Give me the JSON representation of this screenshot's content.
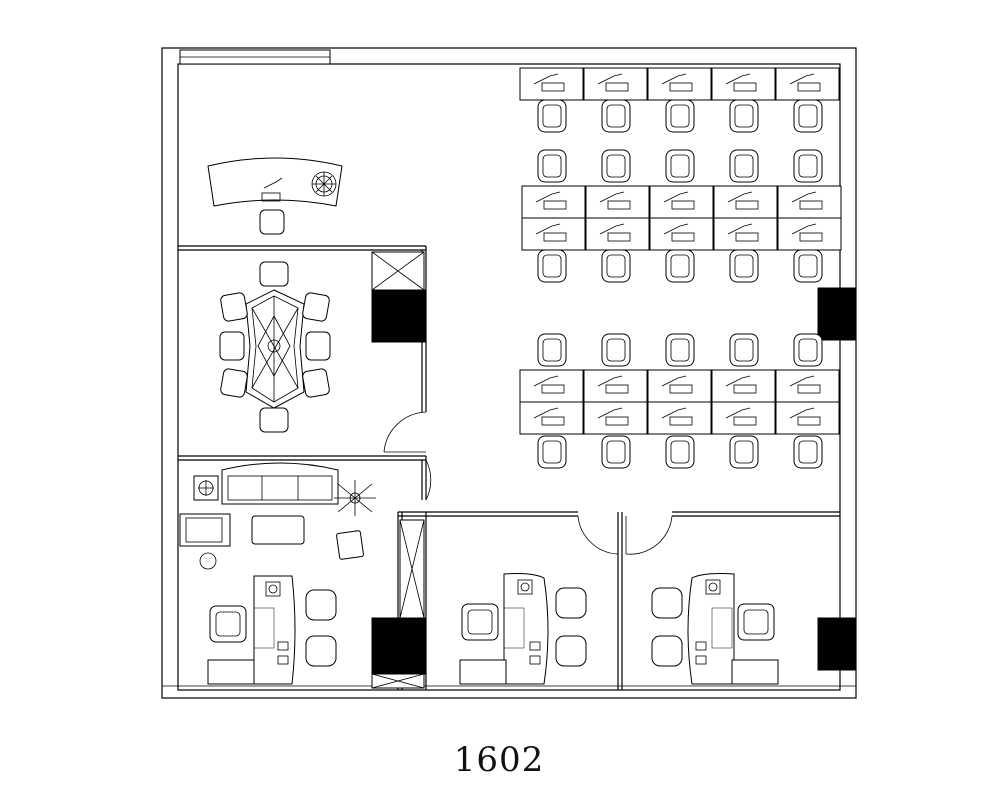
{
  "plan": {
    "unit_label": "1602",
    "rooms": [
      {
        "id": "reception"
      },
      {
        "id": "meeting-room"
      },
      {
        "id": "lounge-office"
      },
      {
        "id": "manager-office-1"
      },
      {
        "id": "manager-office-2"
      },
      {
        "id": "open-workspace"
      }
    ]
  },
  "colors": {
    "line": "#000000",
    "background": "#ffffff",
    "column": "#000000"
  }
}
